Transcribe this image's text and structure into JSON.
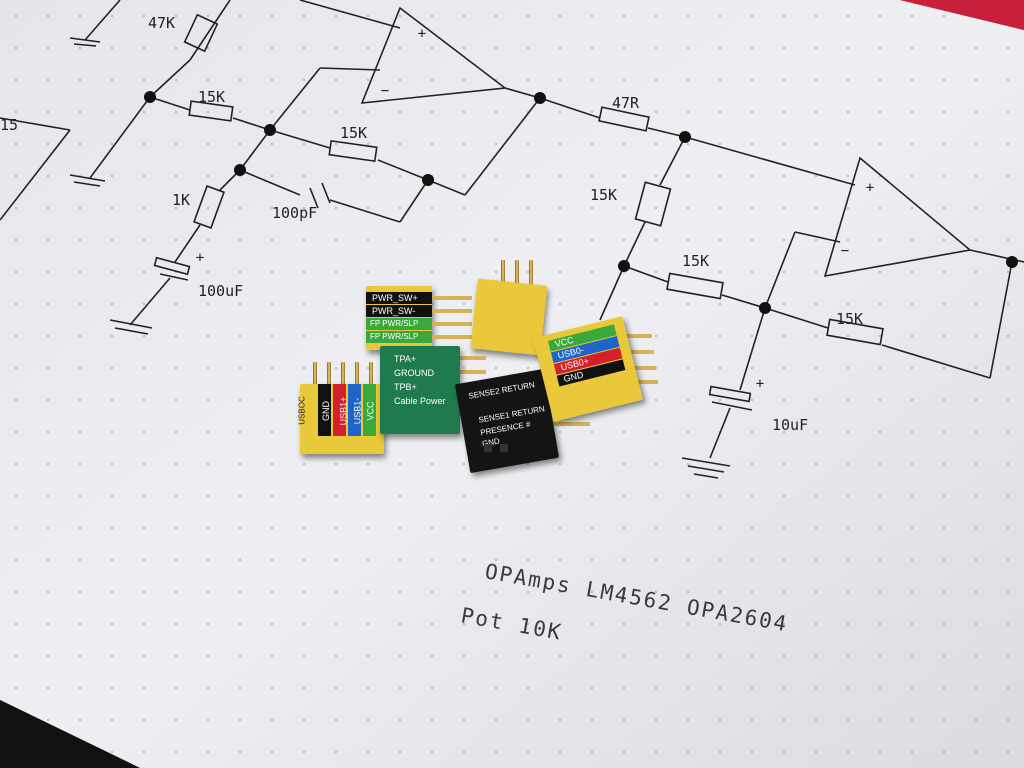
{
  "schematic": {
    "labels": {
      "r_top": "47K",
      "r1": "15K",
      "r2": "15K",
      "r3": "1K",
      "c1": "100pF",
      "c2": "100uF",
      "r_series": "47R",
      "r4": "15K",
      "r5": "15K",
      "r6": "15K",
      "c3": "10uF",
      "left_edge": "15"
    },
    "caption_line1": "OPAmps LM4562  OPA2604",
    "caption_line2": "Pot 10K"
  },
  "connectors": {
    "power_switch": [
      "PWR_SW+",
      "PWR_SW-",
      "FP PWR/SLP",
      "FP PWR/SLP"
    ],
    "firewire": [
      "TPA+",
      "GROUND",
      "TPB+",
      "Cable Power"
    ],
    "usb_left": [
      "USBOC",
      "GND",
      "USB1+",
      "USB1-",
      "VCC"
    ],
    "usb_right": [
      "VCC",
      "USB0-",
      "USB0+",
      "GND"
    ],
    "audio_sense": [
      "SENSE2 RETURN",
      "SENSE1 RETURN",
      "PRESENCE #",
      "GND"
    ]
  },
  "colors": {
    "yellow": "#e9c93a",
    "green_connector": "#1f7a4d",
    "black_connector": "#141414",
    "stripe_black": "#111111",
    "stripe_red": "#d4202a",
    "stripe_blue": "#1f64c8",
    "stripe_green": "#3aa83a"
  }
}
